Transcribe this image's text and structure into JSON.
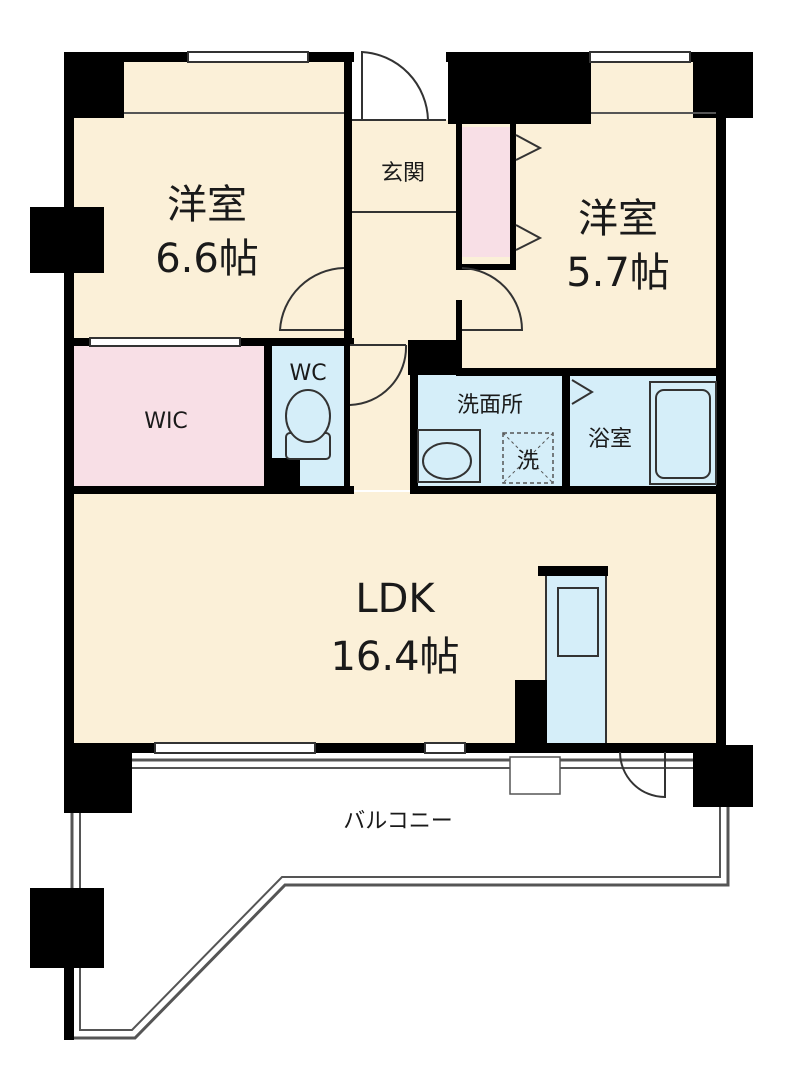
{
  "floorplan": {
    "rooms": {
      "western_room_left": {
        "name": "洋室",
        "size": "6.6帖"
      },
      "western_room_right": {
        "name": "洋室",
        "size": "5.7帖"
      },
      "entrance": {
        "name": "玄関"
      },
      "wic": {
        "name": "WIC"
      },
      "wc": {
        "name": "WC"
      },
      "washroom": {
        "name": "洗面所"
      },
      "washer": {
        "name": "洗"
      },
      "bathroom": {
        "name": "浴室"
      },
      "ldk": {
        "name": "LDK",
        "size": "16.4帖"
      },
      "balcony": {
        "name": "バルコニー"
      }
    },
    "colors": {
      "room_fill": "#fbf0d8",
      "wet_area_fill": "#d5eef9",
      "storage_fill": "#f8dfe6",
      "wall": "#000000",
      "balcony_outline": "#555555"
    }
  }
}
